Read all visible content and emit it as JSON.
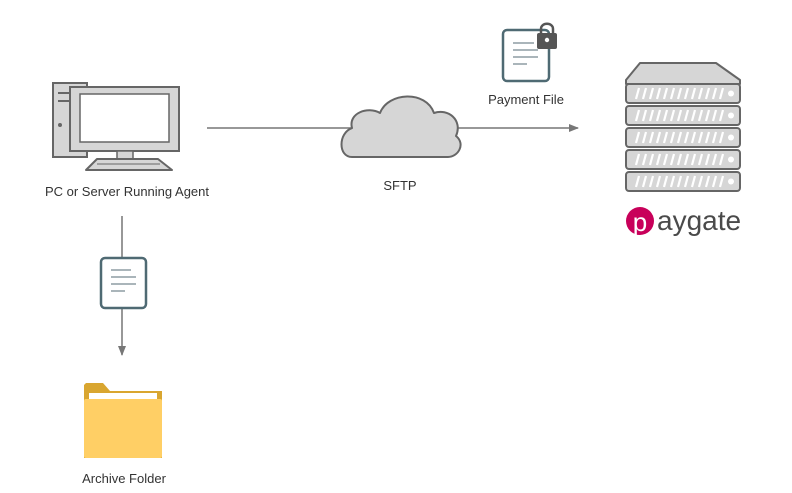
{
  "labels": {
    "pc": "PC or Server Running Agent",
    "sftp": "SFTP",
    "payment_file": "Payment File",
    "archive": "Archive Folder"
  },
  "brand": {
    "name": "paygate",
    "color": "#c8005a"
  },
  "icons": {
    "pc": "computer-icon",
    "cloud": "cloud-icon",
    "payment_file": "locked-document-icon",
    "server": "server-rack-icon",
    "archive_doc": "document-icon",
    "archive_folder": "folder-icon"
  },
  "colors": {
    "outline": "#666666",
    "fill_gray": "#d6d6d6",
    "doc_border": "#4f6a73",
    "folder_front": "#ffcf65",
    "folder_back": "#d9a630",
    "arrow": "#777777"
  }
}
